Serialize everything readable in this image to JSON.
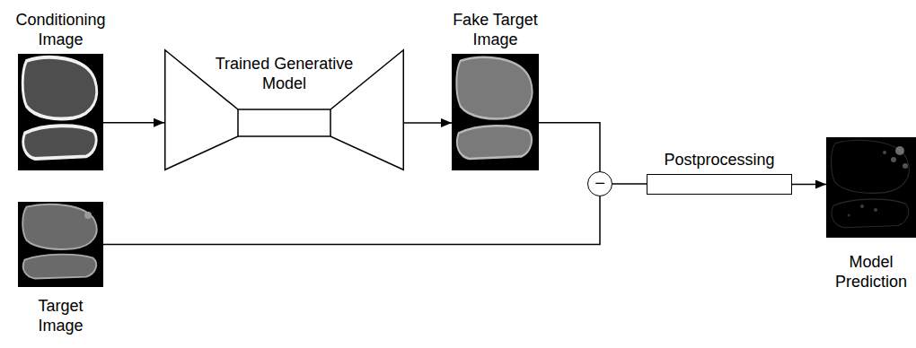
{
  "diagram": {
    "nodes": [
      {
        "text": [
          "Conditioning Image"
        ]
      },
      {
        "text": [
          "Trained Generative Model"
        ]
      },
      {
        "text": [
          "Fake Target Image"
        ]
      },
      {
        "text": [
          "−"
        ]
      },
      {
        "text": [
          "Postprocessing"
        ]
      },
      {
        "text": [
          "Model Prediction"
        ]
      },
      {
        "text": [
          "Target Image"
        ]
      }
    ],
    "edges": [
      {
        "from": 0,
        "to": 1,
        "arrow": "to"
      },
      {
        "from": 1,
        "to": 2,
        "arrow": "to"
      },
      {
        "from": 2,
        "to": 3,
        "arrow": "none"
      },
      {
        "from": 6,
        "to": 3,
        "arrow": "none"
      },
      {
        "from": 3,
        "to": 4,
        "arrow": "none"
      },
      {
        "from": 4,
        "to": 5,
        "arrow": "to"
      }
    ]
  }
}
